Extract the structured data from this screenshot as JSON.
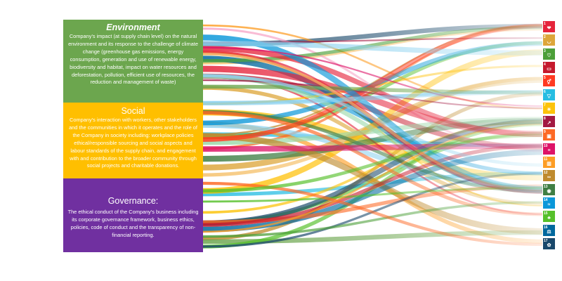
{
  "panels": {
    "environment": {
      "title": "Environment",
      "body": "Company's impact (at supply chain level) on the natural environment and its response to the challenge of climate change (greenhouse gas emissions, energy consumption, generation and use of renewable energy, biodiversity and habitat, impact on water resources and deforestation, pollution, efficient use of resources, the reduction and management of waste)",
      "color": "#6ca64e"
    },
    "social": {
      "title": "Social",
      "body": "Company's interaction with workers, other stakeholders and the communities in which it operates and the role of the Company in society including: workplace policies ethical/responsible sourcing and social aspects and labour standards of the supply chain, and engagement with and contribution to the broader community through social projects and charitable donations.",
      "color": "#ffbf00"
    },
    "governance": {
      "title": "Governance:",
      "body": "The ethical conduct of the Company's business including its corporate governance framework, business ethics, policies, code of conduct and the transparency of non-financial reporting.",
      "color": "#7030a0"
    }
  },
  "sdg_goals": [
    {
      "number": "1",
      "color": "#e5243b",
      "icon": "family-icon"
    },
    {
      "number": "2",
      "color": "#dda63a",
      "icon": "bowl-icon"
    },
    {
      "number": "3",
      "color": "#4c9f38",
      "icon": "heartbeat-icon"
    },
    {
      "number": "4",
      "color": "#c5192d",
      "icon": "book-icon"
    },
    {
      "number": "5",
      "color": "#ff3a21",
      "icon": "gender-icon"
    },
    {
      "number": "6",
      "color": "#26bde2",
      "icon": "water-icon"
    },
    {
      "number": "7",
      "color": "#fcc30b",
      "icon": "sun-icon"
    },
    {
      "number": "8",
      "color": "#a21942",
      "icon": "growth-chart-icon"
    },
    {
      "number": "9",
      "color": "#fd6925",
      "icon": "cubes-icon"
    },
    {
      "number": "10",
      "color": "#dd1367",
      "icon": "equality-icon"
    },
    {
      "number": "11",
      "color": "#fd9d24",
      "icon": "city-icon"
    },
    {
      "number": "12",
      "color": "#bf8b2e",
      "icon": "infinity-icon"
    },
    {
      "number": "13",
      "color": "#3f7e44",
      "icon": "eye-globe-icon"
    },
    {
      "number": "14",
      "color": "#0a97d9",
      "icon": "fish-icon"
    },
    {
      "number": "15",
      "color": "#56c02b",
      "icon": "tree-icon"
    },
    {
      "number": "16",
      "color": "#00689d",
      "icon": "dove-icon"
    },
    {
      "number": "17",
      "color": "#19486a",
      "icon": "flower-icon"
    }
  ]
}
